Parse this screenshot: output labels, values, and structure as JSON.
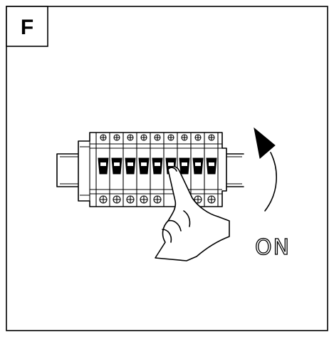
{
  "step": {
    "label": "F"
  },
  "instruction": {
    "switch_state": "ON"
  },
  "breaker_panel": {
    "module_count": 9
  },
  "icons": {
    "rotation_arrow": "curved-arrow-up-icon",
    "pointing_hand": "hand-pointing-icon"
  }
}
